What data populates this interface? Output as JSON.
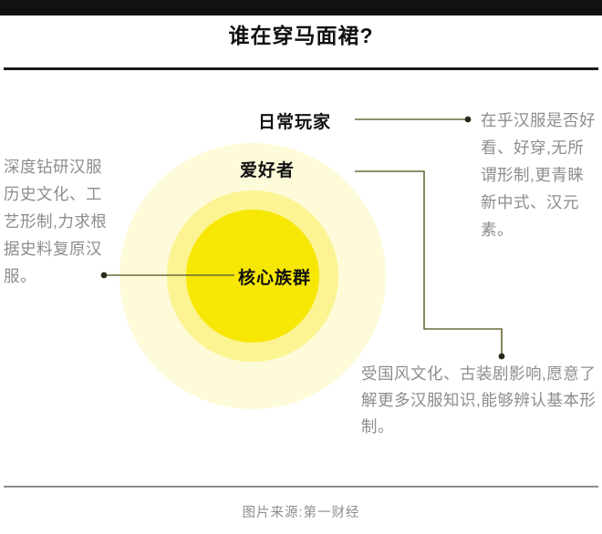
{
  "header": {
    "title": "谁在穿马面裙?"
  },
  "diagram": {
    "rings": [
      {
        "id": "outer",
        "label": "日常玩家",
        "color": "#fdfbd9"
      },
      {
        "id": "mid",
        "label": "爱好者",
        "color": "#fcf492"
      },
      {
        "id": "inner",
        "label": "核心族群",
        "color": "#f7e705"
      }
    ],
    "descriptions": {
      "core": "深度钻研汉服历史文化、工艺形制,力求根据史料复原汉服。",
      "casual": "在乎汉服是否好看、好穿,无所谓形制,更青睐新中式、汉元素。",
      "enthusiast": "受国风文化、古装剧影响,愿意了解更多汉服知识,能够辨认基本形制。"
    },
    "connector_color": "#6b6a3a"
  },
  "footer": {
    "source": "图片来源:第一财经"
  }
}
